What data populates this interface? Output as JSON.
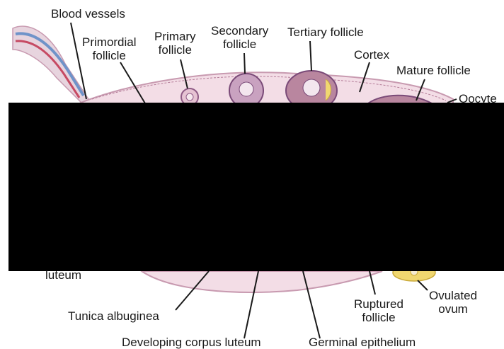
{
  "labels": {
    "blood_vessels": "Blood vessels",
    "primordial_follicle": "Primordial\nfollicle",
    "primary_follicle": "Primary\nfollicle",
    "secondary_follicle": "Secondary\nfollicle",
    "tertiary_follicle": "Tertiary follicle",
    "cortex": "Cortex",
    "mature_follicle": "Mature follicle",
    "oocyte": "Oocyte",
    "luteum_partial": "luteum",
    "tunica_albuginea": "Tunica albuginea",
    "developing_corpus_luteum": "Developing corpus luteum",
    "germinal_epithelium": "Germinal epithelium",
    "ruptured_follicle": "Ruptured\nfollicle",
    "ovulated_ovum": "Ovulated\novum"
  },
  "colors": {
    "tissue_fill": "#f3dde6",
    "tissue_edge": "#c89ab0",
    "follicle_purple": "#7a4a78",
    "blood_vessel_blue": "#6f93c9",
    "blood_vessel_red": "#c64a63",
    "redaction": "#000000"
  }
}
